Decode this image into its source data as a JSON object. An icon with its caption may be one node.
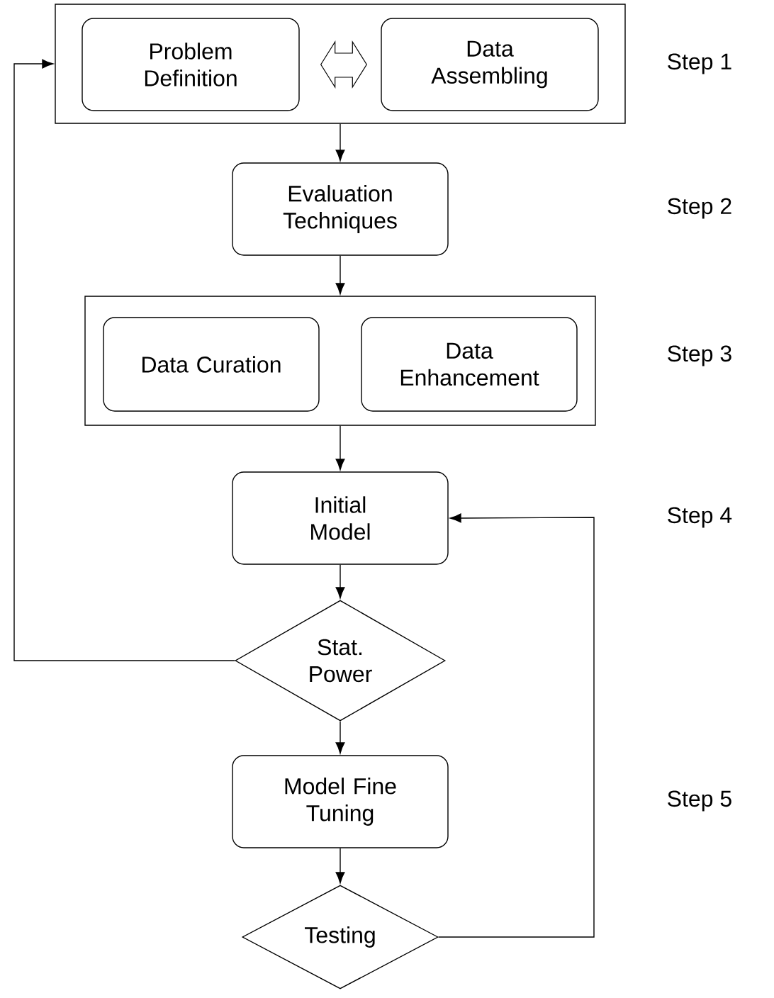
{
  "diagram": {
    "nodes": [
      {
        "text": [],
        "shape": "box"
      },
      {
        "text": [
          "Problem Definition"
        ],
        "in": 0
      },
      {
        "text": [
          "Data Assembling"
        ],
        "in": 0
      },
      {
        "text": [
          "Evaluation Techniques"
        ]
      },
      {
        "text": [],
        "shape": "box"
      },
      {
        "text": [
          "Data Curation"
        ],
        "in": 4
      },
      {
        "text": [
          "Data Enhancement"
        ],
        "in": 4
      },
      {
        "text": [
          "Initial Model"
        ]
      },
      {
        "text": [
          "Stat. Power"
        ]
      },
      {
        "text": [
          "Model Fine Tuning"
        ]
      },
      {
        "text": [
          "Testing"
        ]
      }
    ],
    "edges": [
      {
        "from": 1,
        "to": 2,
        "arrow": "both"
      },
      {
        "from": 0,
        "to": 3,
        "arrow": "to"
      },
      {
        "from": 3,
        "to": 4,
        "arrow": "to"
      },
      {
        "from": 4,
        "to": 7,
        "arrow": "to"
      },
      {
        "from": 7,
        "to": 8,
        "arrow": "to"
      },
      {
        "from": 8,
        "to": 0,
        "arrow": "to"
      },
      {
        "from": 8,
        "to": 9,
        "arrow": "to"
      },
      {
        "from": 9,
        "to": 10,
        "arrow": "to"
      },
      {
        "from": 10,
        "to": 7,
        "arrow": "to"
      }
    ],
    "labels": [
      "Step 1",
      "Step 2",
      "Step 3",
      "Step 4",
      "Step 5"
    ]
  }
}
